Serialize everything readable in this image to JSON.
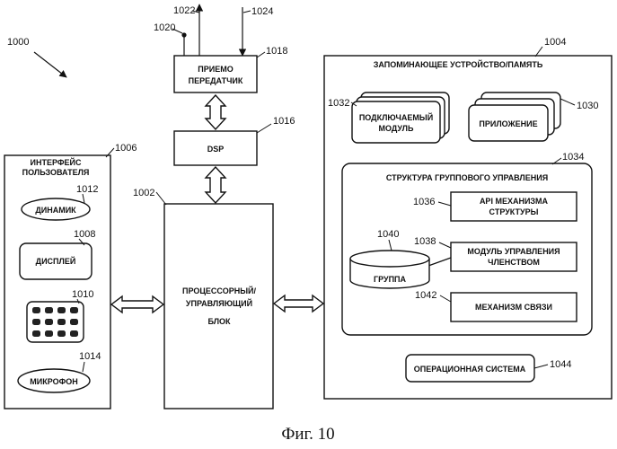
{
  "figure": {
    "ref_main": "1000",
    "caption": "Фиг. 10"
  },
  "transceiver": {
    "ref": "1018",
    "line1": "ПРИЕМО",
    "line2": "ПЕРЕДАТЧИК",
    "ref_antenna": "1020",
    "ref_out": "1022",
    "ref_in": "1024"
  },
  "dsp": {
    "ref": "1016",
    "label": "DSP"
  },
  "processor": {
    "ref": "1002",
    "line1": "ПРОЦЕССОРНЫЙ/",
    "line2": "УПРАВЛЯЮЩИЙ",
    "line3": "БЛОК"
  },
  "user_interface": {
    "ref": "1006",
    "title1": "ИНТЕРФЕЙС",
    "title2": "ПОЛЬЗОВАТЕЛЯ",
    "speaker": {
      "ref": "1012",
      "label": "ДИНАМИК"
    },
    "display": {
      "ref": "1008",
      "label": "ДИСПЛЕЙ"
    },
    "keypad": {
      "ref": "1010"
    },
    "microphone": {
      "ref": "1014",
      "label": "МИКРОФОН"
    }
  },
  "memory": {
    "ref": "1004",
    "title": "ЗАПОМИНАЮЩЕЕ УСТРОЙСТВО/ПАМЯТЬ",
    "plugin": {
      "ref": "1032",
      "line1": "ПОДКЛЮЧАЕМЫЙ",
      "line2": "МОДУЛЬ"
    },
    "application": {
      "ref": "1030",
      "label": "ПРИЛОЖЕНИЕ"
    },
    "group_framework": {
      "ref": "1034",
      "title": "СТРУКТУРА ГРУППОВОГО УПРАВЛЕНИЯ",
      "api": {
        "ref": "1036",
        "line1": "API МЕХАНИЗМА",
        "line2": "СТРУКТУРЫ"
      },
      "membership": {
        "ref": "1038",
        "line1": "МОДУЛЬ УПРАВЛЕНИЯ",
        "line2": "ЧЛЕНСТВОМ"
      },
      "group": {
        "ref": "1040",
        "label": "ГРУППА"
      },
      "communication": {
        "ref": "1042",
        "label": "МЕХАНИЗМ СВЯЗИ"
      }
    },
    "os": {
      "ref": "1044",
      "label": "ОПЕРАЦИОННАЯ СИСТЕМА"
    }
  }
}
